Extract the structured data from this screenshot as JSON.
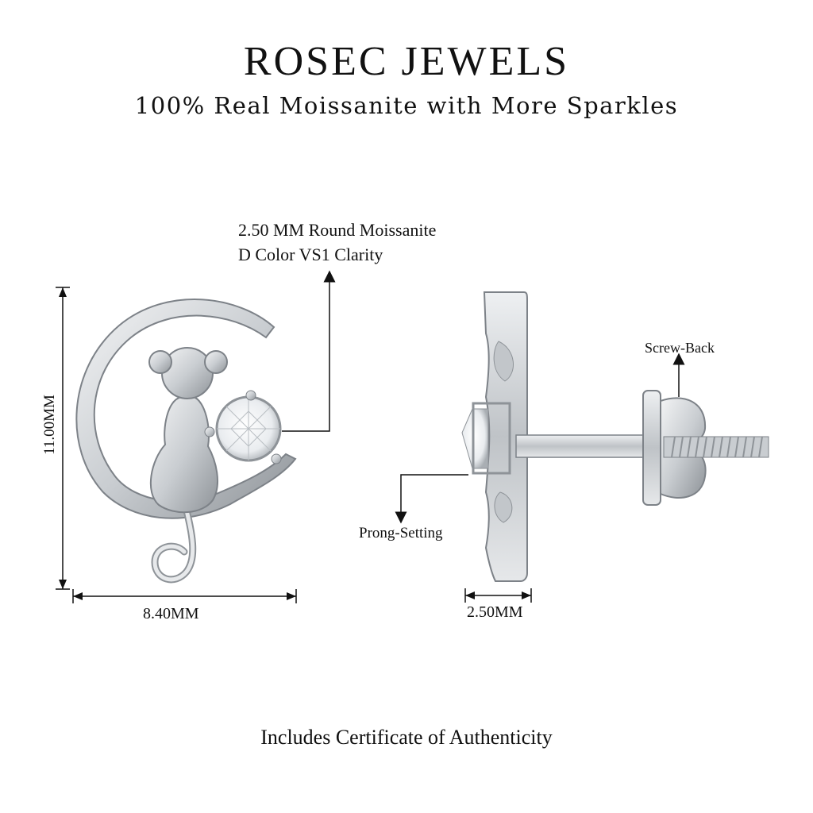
{
  "header": {
    "brand": "ROSEC JEWELS",
    "tagline": "100% Real Moissanite with More Sparkles"
  },
  "front_view": {
    "stone_spec_line1": "2.50 MM Round Moissanite",
    "stone_spec_line2": "D Color VS1 Clarity",
    "height_label": "11.00MM",
    "width_label": "8.40MM"
  },
  "side_view": {
    "screw_back_label": "Screw-Back",
    "prong_setting_label": "Prong-Setting",
    "depth_label": "2.50MM"
  },
  "footer": {
    "certificate": "Includes Certificate of Authenticity"
  },
  "colors": {
    "metal": "#d7dadd",
    "metal_shadow": "#8e9398",
    "stone": "#f4f6f8",
    "line": "#111111"
  }
}
